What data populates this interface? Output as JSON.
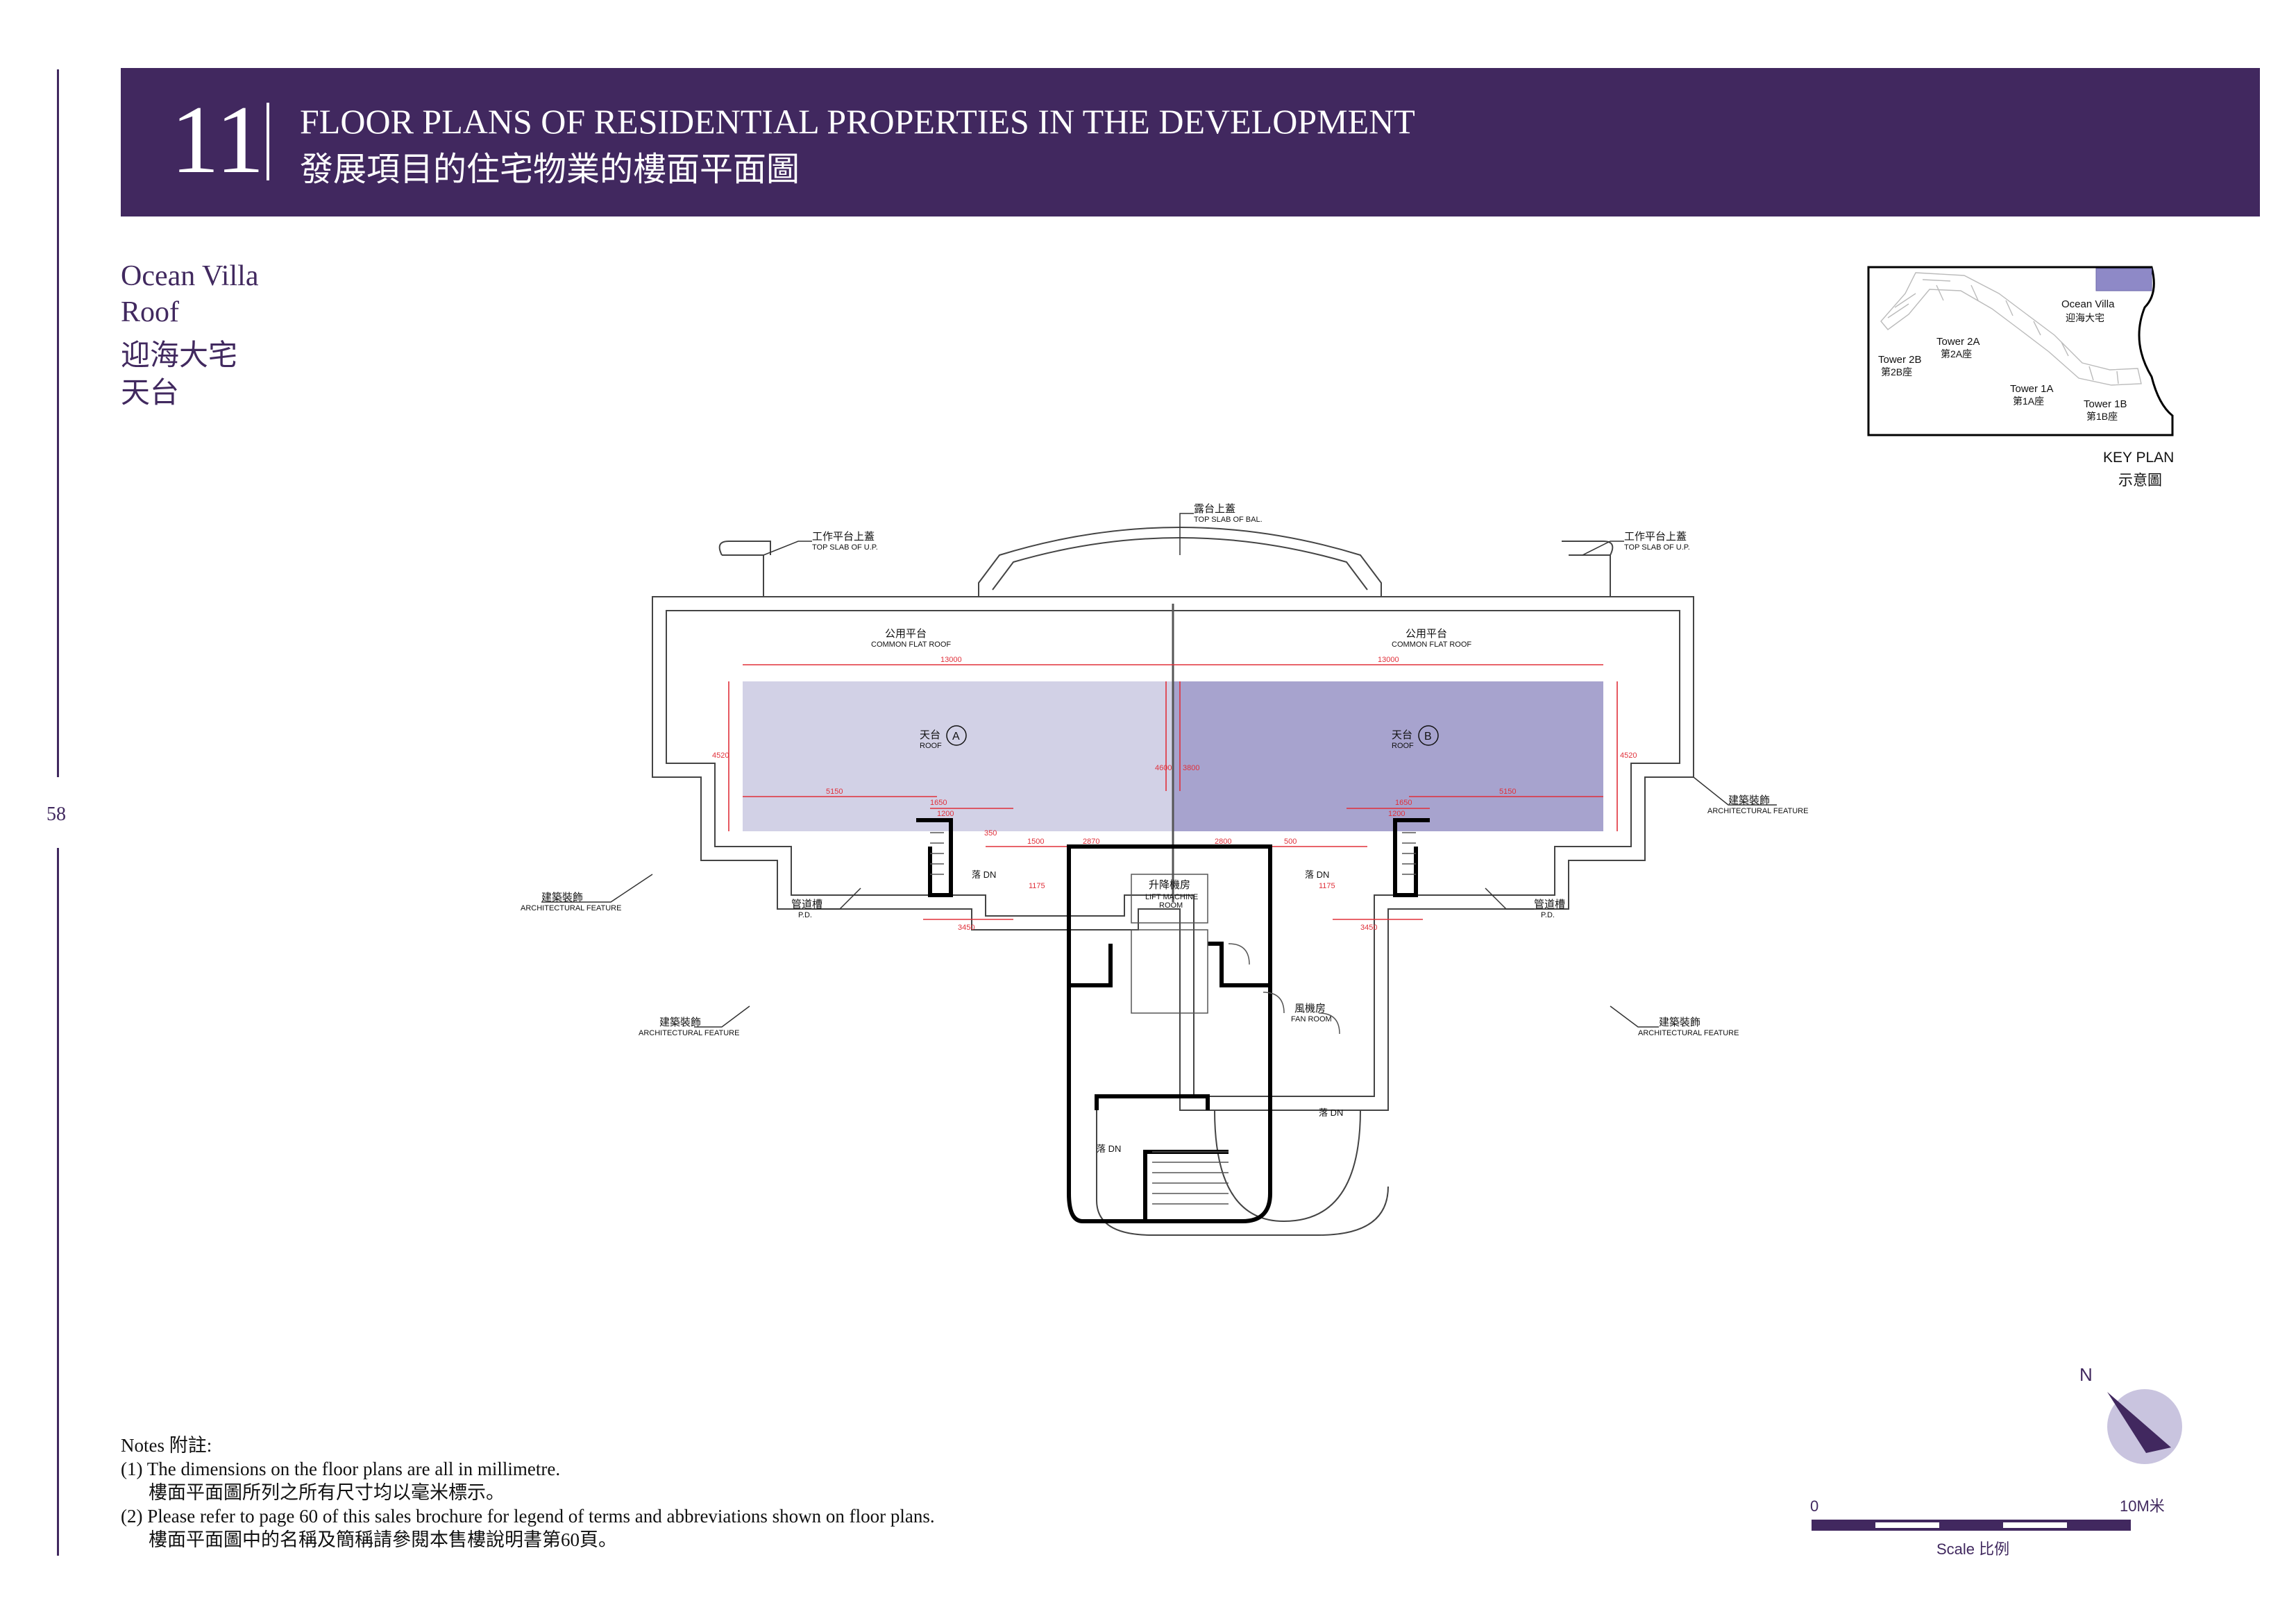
{
  "page": {
    "number": "58"
  },
  "header": {
    "section_number": "11",
    "title_en": "FLOOR PLANS OF RESIDENTIAL PROPERTIES IN THE DEVELOPMENT",
    "title_zh": "發展項目的住宅物業的樓面平面圖"
  },
  "subtitle": {
    "line1": "Ocean Villa",
    "line2": "Roof",
    "line3": "迎海大宅",
    "line4": "天台"
  },
  "key_plan": {
    "label_en": "KEY PLAN",
    "label_zh": "示意圖",
    "towers": [
      {
        "en": "Ocean Villa",
        "zh": "迎海大宅"
      },
      {
        "en": "Tower 2A",
        "zh": "第2A座"
      },
      {
        "en": "Tower 2B",
        "zh": "第2B座"
      },
      {
        "en": "Tower 1A",
        "zh": "第1A座"
      },
      {
        "en": "Tower 1B",
        "zh": "第1B座"
      }
    ]
  },
  "floor_plan": {
    "top_slab_bal_zh": "露台上蓋",
    "top_slab_bal_en": "TOP SLAB OF BAL.",
    "top_slab_up_zh": "工作平台上蓋",
    "top_slab_up_en": "TOP SLAB OF U.P.",
    "common_flat_roof_zh": "公用平台",
    "common_flat_roof_en": "COMMON FLAT ROOF",
    "roof_zh": "天台",
    "roof_en": "ROOF",
    "unit_a": "A",
    "unit_b": "B",
    "arch_feature_zh": "建築裝飾",
    "arch_feature_en": "ARCHITECTURAL FEATURE",
    "pd_zh": "管道槽",
    "pd_en": "P.D.",
    "lift_room_zh": "升降機房",
    "lift_room_en1": "LIFT MACHINE",
    "lift_room_en2": "ROOM",
    "fan_room_zh": "風機房",
    "fan_room_en": "FAN ROOM",
    "down_label": "落 DN",
    "down_zh": "落",
    "dn_en": "DN",
    "dims": {
      "roof_width": "13000",
      "roof_depth": "4520",
      "d_5150": "5150",
      "d_1650": "1650",
      "d_1200": "1200",
      "d_1500": "1500",
      "d_2870": "2870",
      "d_2800": "2800",
      "d_3450": "3450",
      "d_1175": "1175",
      "d_4600": "4600",
      "d_3800": "3800",
      "d_500": "500",
      "d_350": "350"
    },
    "colors": {
      "roof_a": "#d2d1e6",
      "roof_b": "#a7a3ce",
      "dimension": "#e0303a",
      "wall": "#000000"
    }
  },
  "north": {
    "label": "N"
  },
  "scale": {
    "start": "0",
    "end": "10M米",
    "caption": "Scale 比例"
  },
  "notes": {
    "heading": "Notes 附註:",
    "n1_en": "(1) The dimensions on the floor plans are all in millimetre.",
    "n1_zh": "樓面平面圖所列之所有尺寸均以毫米標示。",
    "n2_en": "(2) Please refer to page 60 of this sales brochure for legend of terms and abbreviations shown on floor plans.",
    "n2_zh": "樓面平面圖中的名稱及簡稱請參閱本售樓說明書第60頁。"
  },
  "theme": {
    "brand": "#41285f",
    "text": "#111111"
  }
}
